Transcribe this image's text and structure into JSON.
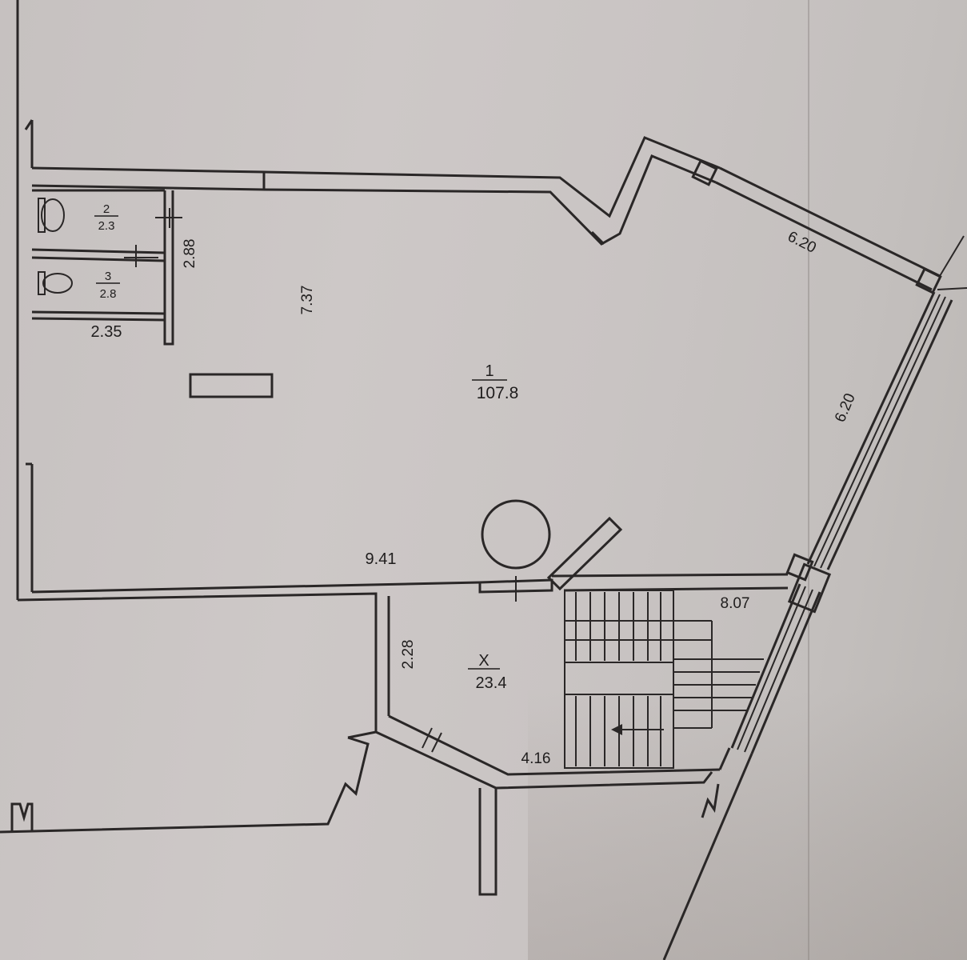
{
  "rooms": {
    "room1": {
      "number": "1",
      "area": "107.8"
    },
    "room2": {
      "number": "2",
      "area": "2.3"
    },
    "room3": {
      "number": "3",
      "area": "2.8"
    },
    "roomX": {
      "number": "X",
      "area": "23.4"
    }
  },
  "dimensions": {
    "d_288": "2.88",
    "d_737": "7.37",
    "d_235": "2.35",
    "d_620_top": "6.20",
    "d_620_right": "6.20",
    "d_941": "9.41",
    "d_807": "8.07",
    "d_228": "2.28",
    "d_416": "4.16"
  }
}
